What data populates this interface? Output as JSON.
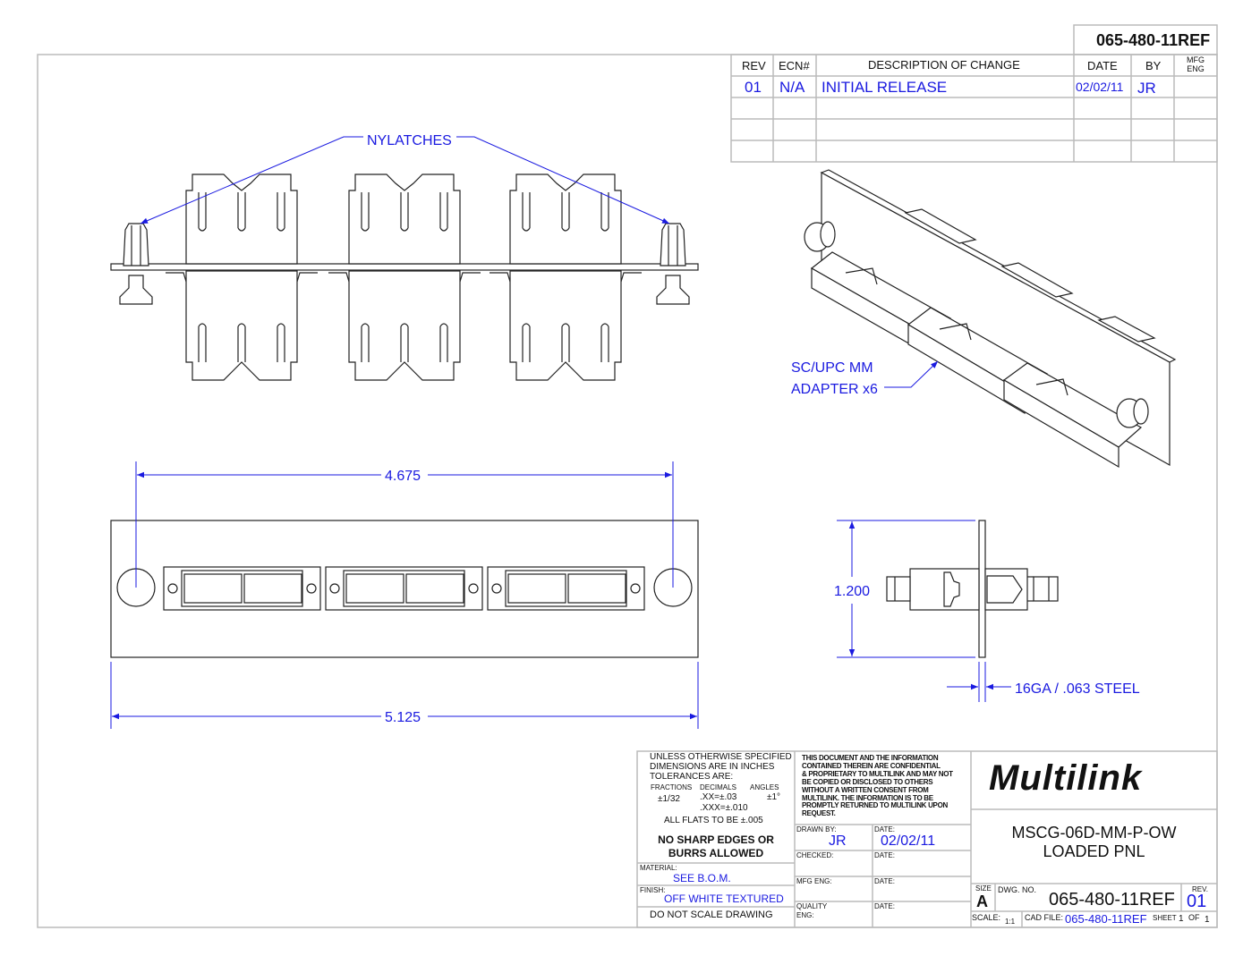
{
  "drawing_number_top": "065-480-11REF",
  "revision_table": {
    "headers": [
      "REV",
      "ECN#",
      "DESCRIPTION OF CHANGE",
      "DATE",
      "BY",
      "MFG ENG"
    ],
    "rows": [
      {
        "rev": "01",
        "ecn": "N/A",
        "description": "INITIAL RELEASE",
        "date": "02/02/11",
        "by": "JR",
        "mfg_eng": ""
      }
    ]
  },
  "callouts": {
    "nylatches": "NYLATCHES",
    "adapter_line1": "SC/UPC MM",
    "adapter_line2": "ADAPTER x6",
    "steel": "16GA / .063 STEEL"
  },
  "dimensions": {
    "hole_spacing": "4.675",
    "overall_width": "5.125",
    "height": "1.200"
  },
  "title_block": {
    "tolerance_lines": [
      "UNLESS OTHERWISE SPECIFIED",
      "DIMENSIONS ARE IN INCHES",
      "TOLERANCES ARE:"
    ],
    "tol_headers": {
      "fractions": "FRACTIONS",
      "decimals": "DECIMALS",
      "angles": "ANGLES"
    },
    "tol_fraction": "±1/32",
    "tol_decimal_xx": ".XX=±.03",
    "tol_decimal_xxx": ".XXX=±.010",
    "tol_angle": "±1°",
    "flats": "ALL FLATS TO BE ±.005",
    "no_sharp_1": "NO SHARP EDGES OR",
    "no_sharp_2": "BURRS ALLOWED",
    "material_label": "MATERIAL:",
    "material_value": "SEE B.O.M.",
    "finish_label": "FINISH:",
    "finish_value": "OFF WHITE TEXTURED",
    "do_not_scale": "DO NOT SCALE DRAWING",
    "confidential": [
      "THIS DOCUMENT AND THE INFORMATION",
      "CONTAINED THEREIN ARE CONFIDENTIAL",
      "& PROPRIETARY TO MULTILINK AND MAY NOT",
      "BE COPIED OR DISCLOSED TO OTHERS",
      "WITHOUT A WRITTEN CONSENT FROM",
      "MULTILINK. THE INFORMATION IS TO BE",
      "PROMPTLY RETURNED TO MULTILINK UPON",
      "REQUEST."
    ],
    "drawn_by_label": "DRAWN BY:",
    "drawn_by": "JR",
    "date_label": "DATE:",
    "drawn_date": "02/02/11",
    "checked_label": "CHECKED:",
    "mfg_eng_label": "MFG ENG:",
    "quality_label_1": "QUALITY",
    "quality_label_2": "ENG:",
    "logo": "Multilink",
    "title_1": "MSCG-06D-MM-P-OW",
    "title_2": "LOADED PNL",
    "size_label": "SIZE",
    "size": "A",
    "dwg_no_label": "DWG. NO.",
    "dwg_no": "065-480-11REF",
    "rev_label": "REV.",
    "rev": "01",
    "scale_label": "SCALE:",
    "scale": "1:1",
    "cad_file_label": "CAD FILE:",
    "cad_file": "065-480-11REF",
    "sheet_label": "SHEET",
    "sheet": "1",
    "of_label": "OF",
    "of": "1"
  }
}
